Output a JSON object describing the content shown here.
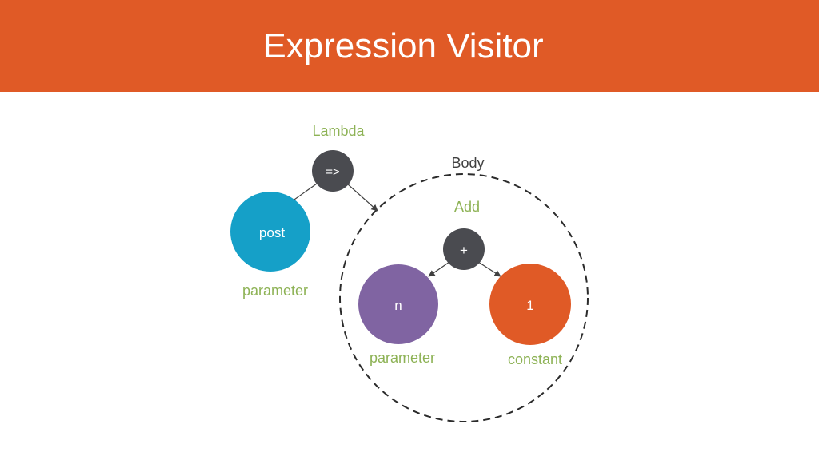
{
  "title": "Expression Visitor",
  "colors": {
    "header": "#e05a26",
    "operator_node": "#4a4b50",
    "post_node": "#15a0c8",
    "n_node": "#8064a2",
    "constant_node": "#e05a26",
    "green_label": "#8db255",
    "dark_label": "#404040"
  },
  "nodes": {
    "lambda": {
      "symbol": "=>",
      "label": "Lambda"
    },
    "post": {
      "symbol": "post",
      "label": "parameter"
    },
    "add": {
      "symbol": "+",
      "label": "Add"
    },
    "n": {
      "symbol": "n",
      "label": "parameter"
    },
    "constant": {
      "symbol": "1",
      "label": "constant"
    }
  },
  "body_label": "Body"
}
